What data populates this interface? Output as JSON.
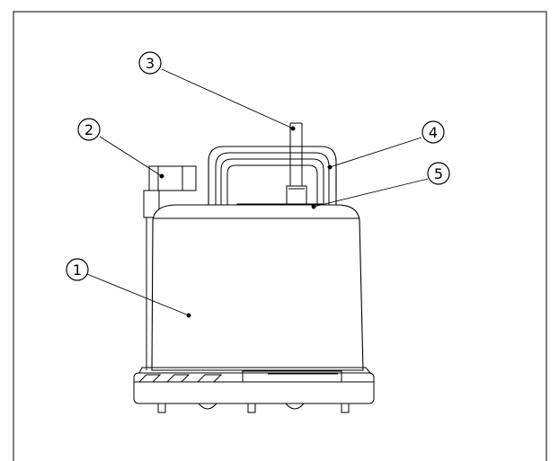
{
  "figure": {
    "line_color": "#000000",
    "background": "#ffffff",
    "callouts": [
      {
        "id": "1",
        "label": "1"
      },
      {
        "id": "2",
        "label": "2"
      },
      {
        "id": "3",
        "label": "3"
      },
      {
        "id": "4",
        "label": "4"
      },
      {
        "id": "5",
        "label": "5"
      }
    ]
  }
}
